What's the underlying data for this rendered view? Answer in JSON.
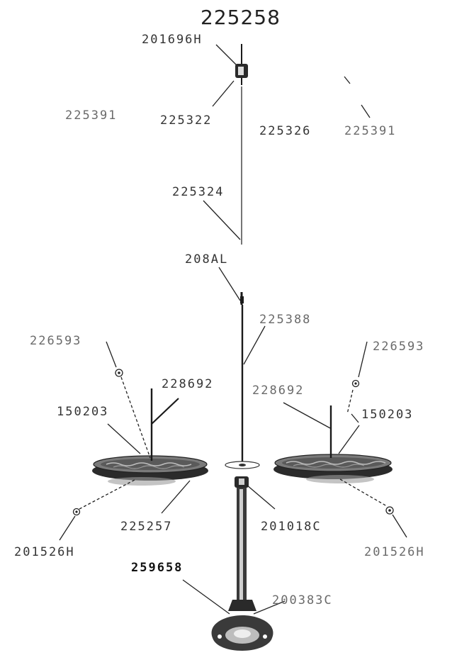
{
  "title": "225258",
  "labels": {
    "top_cap": "201696H",
    "clip_left": "225391",
    "clip_part": "225322",
    "upper_rod_right": "225326",
    "clip_right": "225391",
    "upper_rod": "225324",
    "coupler": "208AL",
    "main_rod": "225388",
    "spool_pin_top_left": "226593",
    "spool_pin_top_right": "226593",
    "spindle_left": "228692",
    "spindle_right": "228692",
    "tray_left": "150203",
    "tray_right": "150203",
    "tray_bottom": "225257",
    "center_collar": "201018C",
    "screw_left": "201526H",
    "screw_right": "201526H",
    "base_left": "259658",
    "base_right": "200383C"
  },
  "colors": {
    "ink": "#1a1a1a",
    "tray_fill": "#6f6f6f",
    "background": "#ffffff"
  }
}
